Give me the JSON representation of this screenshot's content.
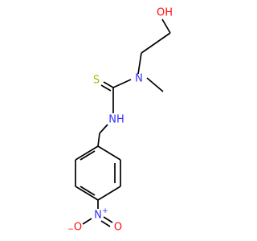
{
  "molecule": {
    "atoms": {
      "hydroxyl": "OH",
      "sulfur": "S",
      "amine_n": "N",
      "amide_nh": "NH",
      "nitro_n": "N",
      "nitro_o_left": "O",
      "nitro_o_right": "O",
      "nitro_n_charge": "+",
      "nitro_o_charge": "−"
    },
    "colors": {
      "bond": "#000000",
      "nitrogen": "#3333ff",
      "oxygen": "#ff0d0d",
      "sulfur": "#b2b200"
    }
  }
}
